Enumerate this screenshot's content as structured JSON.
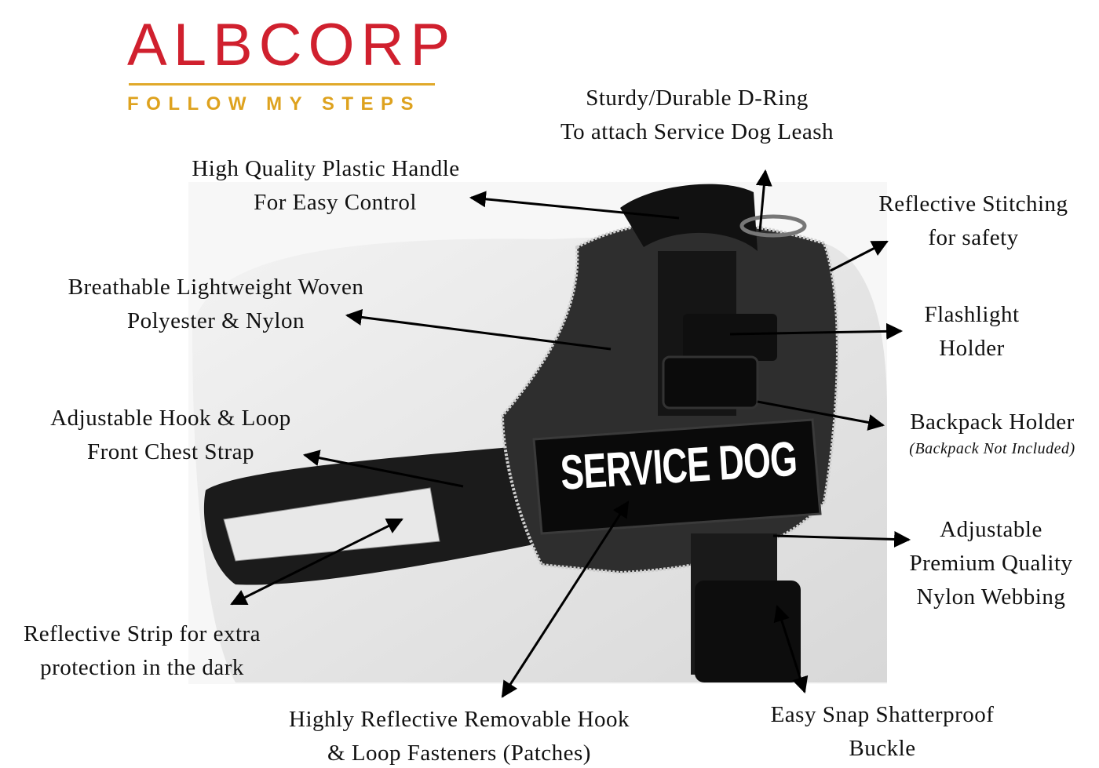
{
  "logo": {
    "brand": "ALBCORP",
    "tagline": "FOLLOW MY STEPS",
    "brand_color": "#d0202e",
    "accent_color": "#e0a92a"
  },
  "product": {
    "patch_text": "SERVICE DOG"
  },
  "callouts": {
    "d_ring": [
      "Sturdy/Durable D-Ring",
      "To attach Service Dog Leash"
    ],
    "handle": [
      "High Quality Plastic Handle",
      "For Easy Control"
    ],
    "stitching": [
      "Reflective Stitching",
      "for safety"
    ],
    "fabric": [
      "Breathable Lightweight Woven",
      "Polyester & Nylon"
    ],
    "flashlight": [
      "Flashlight",
      "Holder"
    ],
    "chest_strap": [
      "Adjustable Hook & Loop",
      "Front Chest Strap"
    ],
    "backpack": [
      "Backpack Holder"
    ],
    "backpack_note": "(Backpack Not Included)",
    "webbing": [
      "Adjustable",
      "Premium Quality",
      "Nylon Webbing"
    ],
    "strip": [
      "Reflective Strip for extra",
      "protection in the dark"
    ],
    "patches": [
      "Highly Reflective Removable Hook",
      "& Loop Fasteners (Patches)"
    ],
    "buckle": [
      "Easy Snap Shatterproof",
      "Buckle"
    ]
  }
}
